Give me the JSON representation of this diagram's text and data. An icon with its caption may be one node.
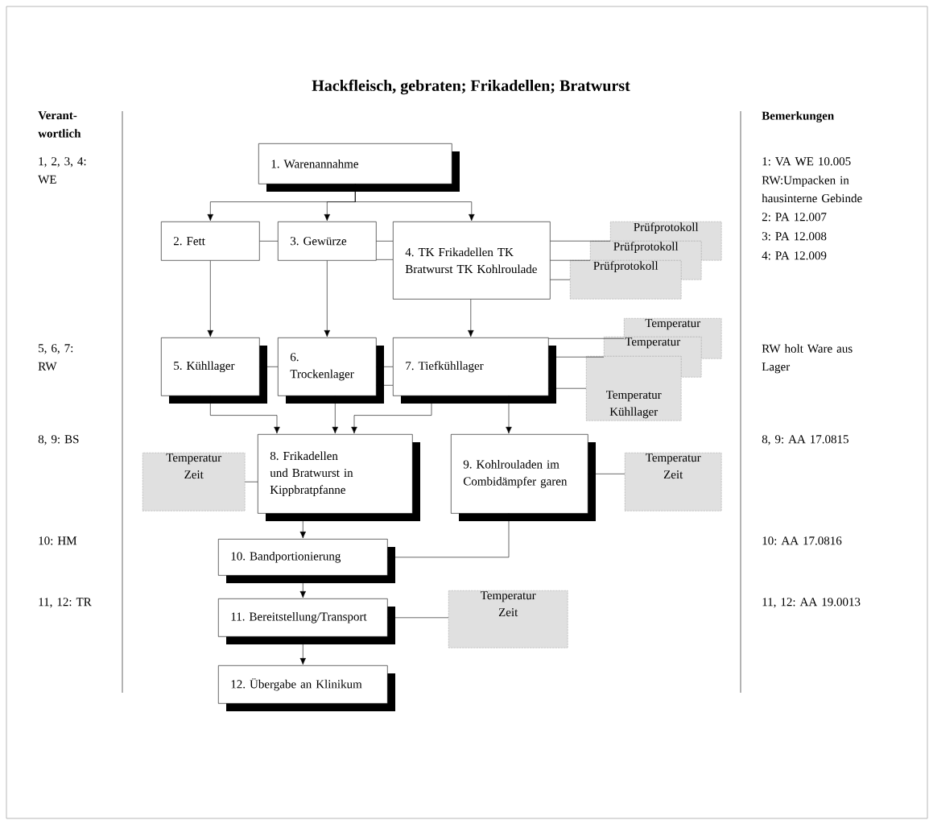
{
  "diagram": {
    "title": "Hackfleisch, gebraten; Frikadellen; Bratwurst",
    "nodes": [
      {
        "text": [
          "1. Warenannahme"
        ]
      },
      {
        "text": [
          "2. Fett"
        ]
      },
      {
        "text": [
          "3. Gewürze"
        ]
      },
      {
        "text": [
          "4. TK Frikadellen TK Bratwurst TK Kohlroulade"
        ]
      },
      {
        "text": [
          "Prüfprotokoll"
        ]
      },
      {
        "text": [
          "Prüfprotokoll"
        ]
      },
      {
        "text": [
          "Prüfprotokoll"
        ]
      },
      {
        "text": [
          "5. Kühllager"
        ]
      },
      {
        "text": [
          "6. Trockenlager"
        ]
      },
      {
        "text": [
          "7. Tiefkühllager"
        ]
      },
      {
        "text": [
          "Temperatur"
        ]
      },
      {
        "text": [
          "Temperatur"
        ]
      },
      {
        "text": [
          "Temperatur Kühllager"
        ]
      },
      {
        "text": [
          "Temperatur Zeit"
        ]
      },
      {
        "text": [
          "8. Frikadellen und Bratwurst in Kippbratpfanne"
        ]
      },
      {
        "text": [
          "9. Kohlrouladen im Combidämpfer garen"
        ]
      },
      {
        "text": [
          "Temperatur Zeit"
        ]
      },
      {
        "text": [
          "10. Bandportionierung"
        ]
      },
      {
        "text": [
          "11. Bereitstellung/Transport"
        ]
      },
      {
        "text": [
          "Temperatur Zeit"
        ]
      },
      {
        "text": [
          "12. Übergabe an Klinikum"
        ]
      }
    ],
    "edges": [
      {
        "from": 0,
        "to": 1,
        "arrow": "to"
      },
      {
        "from": 0,
        "to": 2,
        "arrow": "to"
      },
      {
        "from": 0,
        "to": 3,
        "arrow": "to"
      },
      {
        "from": 1,
        "to": 2,
        "arrow": "none"
      },
      {
        "from": 2,
        "to": 3,
        "arrow": "none"
      },
      {
        "from": 2,
        "to": 3,
        "arrow": "none"
      },
      {
        "from": 3,
        "to": 4,
        "arrow": "none"
      },
      {
        "from": 3,
        "to": 5,
        "arrow": "none"
      },
      {
        "from": 3,
        "to": 6,
        "arrow": "none"
      },
      {
        "from": 1,
        "to": 7,
        "arrow": "to"
      },
      {
        "from": 2,
        "to": 8,
        "arrow": "to"
      },
      {
        "from": 3,
        "to": 9,
        "arrow": "to"
      },
      {
        "from": 7,
        "to": 8,
        "arrow": "none"
      },
      {
        "from": 8,
        "to": 9,
        "arrow": "none"
      },
      {
        "from": 8,
        "to": 9,
        "arrow": "none"
      },
      {
        "from": 9,
        "to": 10,
        "arrow": "none"
      },
      {
        "from": 9,
        "to": 11,
        "arrow": "none"
      },
      {
        "from": 9,
        "to": 12,
        "arrow": "none"
      },
      {
        "from": 7,
        "to": 14,
        "arrow": "to"
      },
      {
        "from": 8,
        "to": 14,
        "arrow": "to"
      },
      {
        "from": 9,
        "to": 14,
        "arrow": "to"
      },
      {
        "from": 9,
        "to": 15,
        "arrow": "to"
      },
      {
        "from": 13,
        "to": 14,
        "arrow": "none"
      },
      {
        "from": 15,
        "to": 16,
        "arrow": "none"
      },
      {
        "from": 14,
        "to": 17,
        "arrow": "to"
      },
      {
        "from": 15,
        "to": 17,
        "arrow": "none"
      },
      {
        "from": 17,
        "to": 18,
        "arrow": "to"
      },
      {
        "from": 18,
        "to": 19,
        "arrow": "none"
      },
      {
        "from": 18,
        "to": 20,
        "arrow": "to"
      }
    ],
    "labels": [
      "Verant- wortlich",
      "1, 2, 3, 4: WE",
      "5, 6, 7: RW",
      "8, 9: BS",
      "10: HM",
      "11, 12: TR",
      "Bemerkungen",
      "1: VA WE 10.005",
      "RW:Umpacken in hausinterne Gebinde",
      "2: PA 12.007",
      "3: PA 12.008",
      "4: PA 12.009",
      "RW holt Ware aus Lager",
      "8, 9: AA 17.0815",
      "10: AA 17.0816",
      "11, 12: AA 19.0013"
    ]
  }
}
